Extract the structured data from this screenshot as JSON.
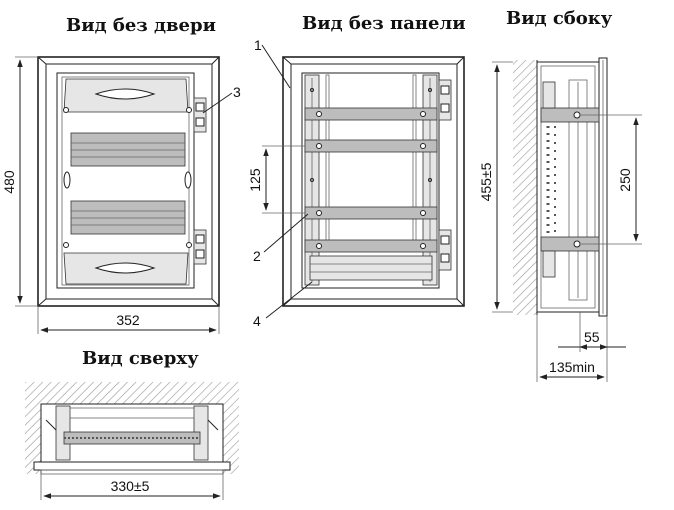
{
  "views": {
    "front_no_door": "Вид без двери",
    "front_no_panel": "Вид без панели",
    "side": "Вид сбоку",
    "top": "Вид сверху"
  },
  "dimensions": {
    "height_480": "480",
    "width_352": "352",
    "rail_pitch_125": "125",
    "depth_455": "455±5",
    "rail_spacing_250": "250",
    "depth_55": "55",
    "depth_135min": "135min",
    "width_330": "330±5"
  },
  "callouts": [
    "1",
    "2",
    "3",
    "4"
  ]
}
